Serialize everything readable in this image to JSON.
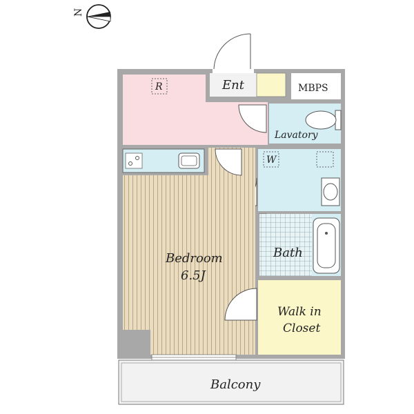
{
  "compass": {
    "label": "N",
    "icon": "north-arrow-icon"
  },
  "rooms": {
    "entrance": "Ent",
    "mbps": "MBPS",
    "refrigerator": "R",
    "lavatory": "Lavatory",
    "washer": "W",
    "bedroom": "Bedroom",
    "bedroom_size": "6.5J",
    "bath": "Bath",
    "closet_line1": "Walk in",
    "closet_line2": "Closet",
    "balcony": "Balcony"
  },
  "colors": {
    "wall": "#a8a8a8",
    "kitchen": "#f9dde0",
    "water": "#d4eef4",
    "closet": "#fbf7c8",
    "floor": "#eadcc0",
    "floor_line": "#bba57e",
    "balcony": "#f2f2f2",
    "entrance": "#f2f2f2"
  }
}
